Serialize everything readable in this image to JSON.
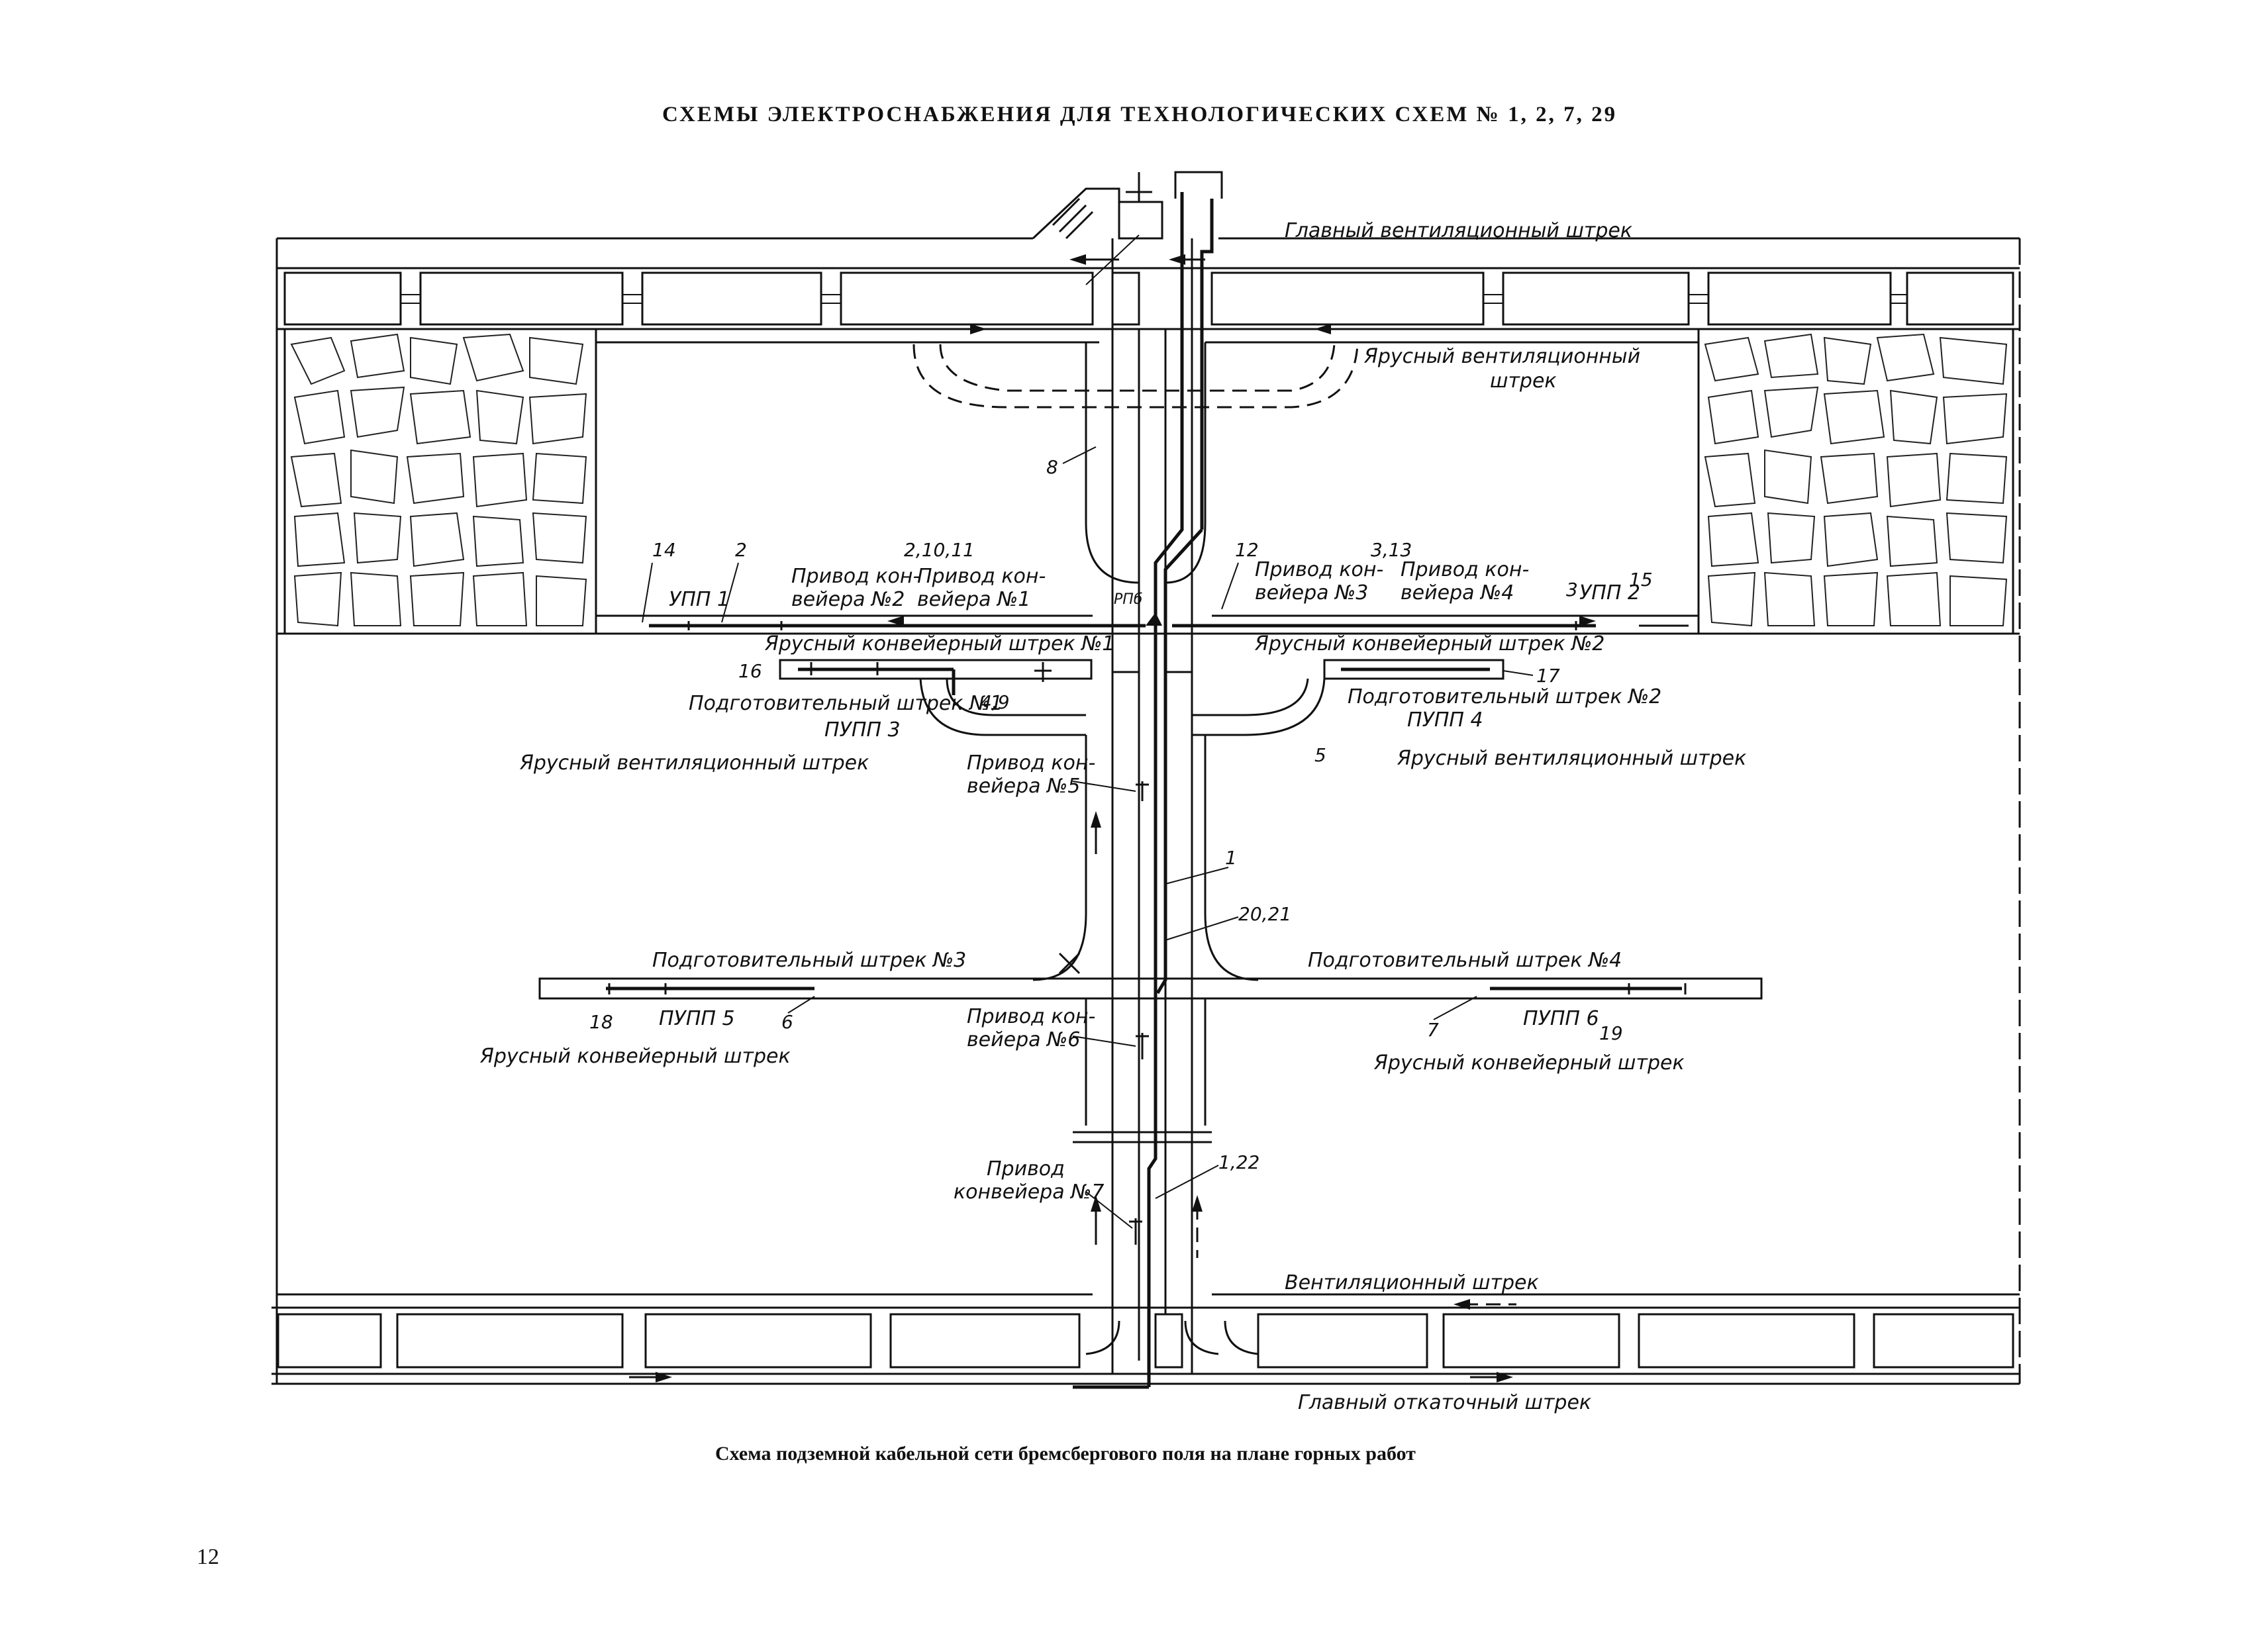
{
  "title": "СХЕМЫ ЭЛЕКТРОСНАБЖЕНИЯ ДЛЯ ТЕХНОЛОГИЧЕСКИХ СХЕМ № 1, 2, 7, 29",
  "caption": "Схема подземной кабельной сети бремсбергового поля на плане горных работ",
  "page_number": "12",
  "labels": {
    "main_vent_drift": "Главный вентиляционный штрек",
    "tier_vent_drift_top_a": "Ярусный вентиляционный",
    "tier_vent_drift_top_b": "штрек",
    "tier_conv_drift_1": "Ярусный конвейерный штрек №1",
    "tier_conv_drift_2": "Ярусный конвейерный штрек №2",
    "prep_drift_1": "Подготовительный штрек №1",
    "prep_drift_2": "Подготовительный штрек №2",
    "tier_vent_left": "Ярусный вентиляционный штрек",
    "tier_vent_right": "Ярусный вентиляционный штрек",
    "prep_drift_3": "Подготовительный штрек №3",
    "prep_drift_4": "Подготовительный штрек №4",
    "tier_conv_left": "Ярусный конвейерный штрек",
    "tier_conv_right": "Ярусный конвейерный штрек",
    "vent_drift": "Вентиляционный штрек",
    "main_haul_drift": "Главный откаточный штрек",
    "drive_1_a": "Привод кон-",
    "drive_1_b": "вейера №1",
    "drive_2_a": "Привод кон-",
    "drive_2_b": "вейера №2",
    "drive_3_a": "Привод кон-",
    "drive_3_b": "вейера №3",
    "drive_4_a": "Привод кон-",
    "drive_4_b": "вейера №4",
    "drive_5_a": "Привод кон-",
    "drive_5_b": "вейера №5",
    "drive_6_a": "Привод кон-",
    "drive_6_b": "вейера №6",
    "drive_7_a": "Привод",
    "drive_7_b": "конвейера №7",
    "upp_1": "УПП 1",
    "upp_2": "УПП 2",
    "pupp_3": "ПУПП 3",
    "pupp_4": "ПУПП 4",
    "pupp_5": "ПУПП 5",
    "pupp_6": "ПУПП 6",
    "rpp": "РПб"
  },
  "numbers": {
    "n14": "14",
    "n2": "2",
    "n2_10_11": "2,10,11",
    "n12": "12",
    "n3_13": "3,13",
    "n3": "3",
    "n15": "15",
    "n8": "8",
    "n16": "16",
    "n17": "17",
    "n4_9": "4,9",
    "n5": "5",
    "n1": "1",
    "n20_21": "20,21",
    "n18": "18",
    "n6": "6",
    "n7": "7",
    "n19": "19",
    "n1_22": "1,22"
  }
}
